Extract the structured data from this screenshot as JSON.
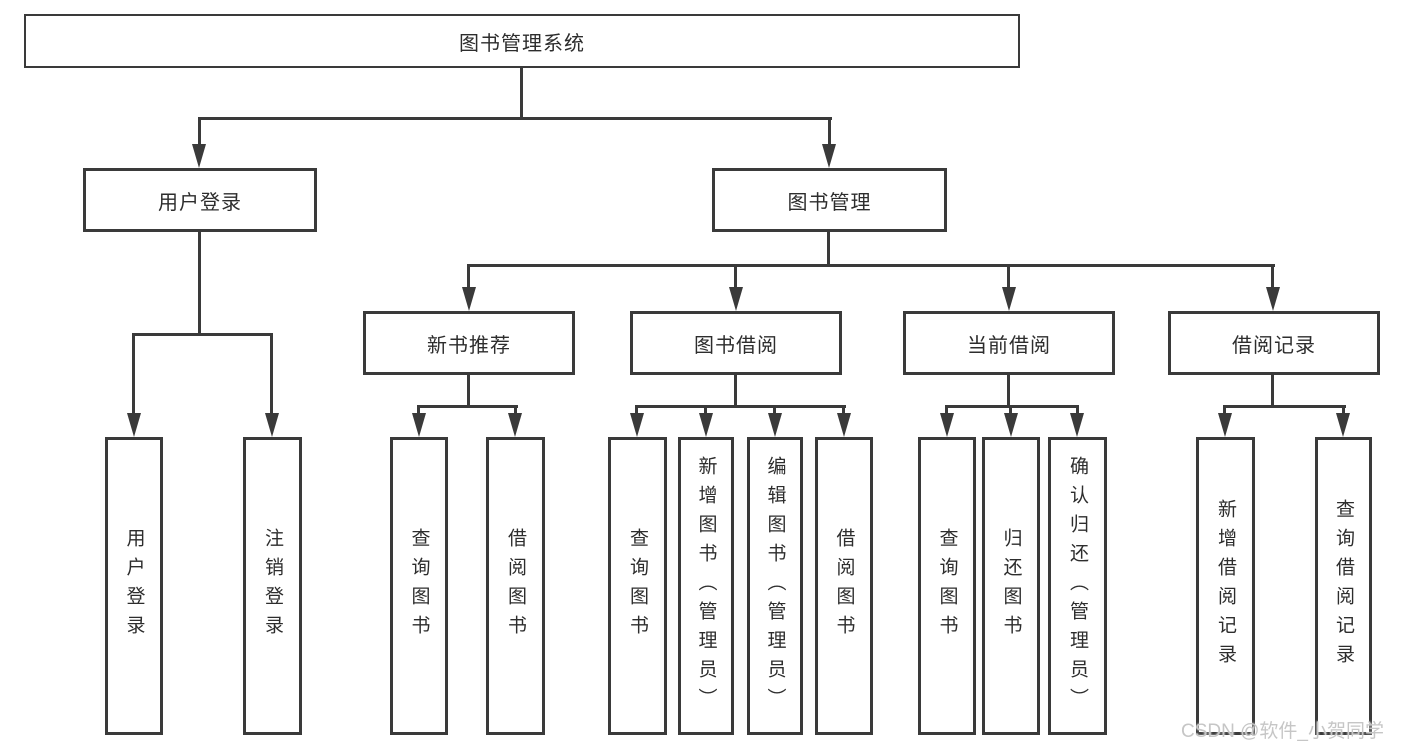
{
  "tree": {
    "root": "图书管理系统",
    "children": [
      {
        "label": "用户登录",
        "children": [
          {
            "label": "用户登录"
          },
          {
            "label": "注销登录"
          }
        ]
      },
      {
        "label": "图书管理",
        "children": [
          {
            "label": "新书推荐",
            "children": [
              {
                "label": "查询图书"
              },
              {
                "label": "借阅图书"
              }
            ]
          },
          {
            "label": "图书借阅",
            "children": [
              {
                "label": "查询图书"
              },
              {
                "label": "新增图书（管理员）"
              },
              {
                "label": "编辑图书（管理员）"
              },
              {
                "label": "借阅图书"
              }
            ]
          },
          {
            "label": "当前借阅",
            "children": [
              {
                "label": "查询图书"
              },
              {
                "label": "归还图书"
              },
              {
                "label": "确认归还（管理员）"
              }
            ]
          },
          {
            "label": "借阅记录",
            "children": [
              {
                "label": "新增借阅记录"
              },
              {
                "label": "查询借阅记录"
              }
            ]
          }
        ]
      }
    ]
  },
  "watermark": {
    "text": "CSDN @软件_小贺同学"
  },
  "colors": {
    "line": "#3a3a3a",
    "text": "#2d2d2d",
    "watermark": "#c6c6c6",
    "background": "#ffffff"
  }
}
